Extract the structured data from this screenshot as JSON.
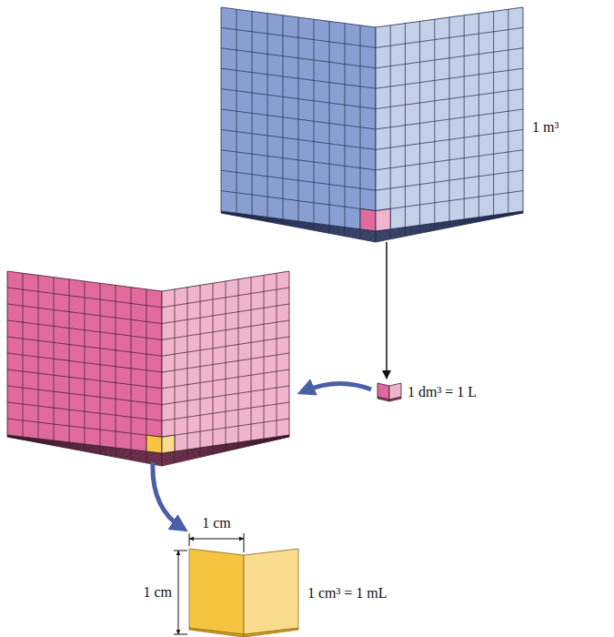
{
  "diagram": {
    "labels": [
      "1 m³",
      "1 dm³ = 1 L",
      "1 cm³ = 1 mL",
      "1 cm",
      "1 cm"
    ]
  }
}
